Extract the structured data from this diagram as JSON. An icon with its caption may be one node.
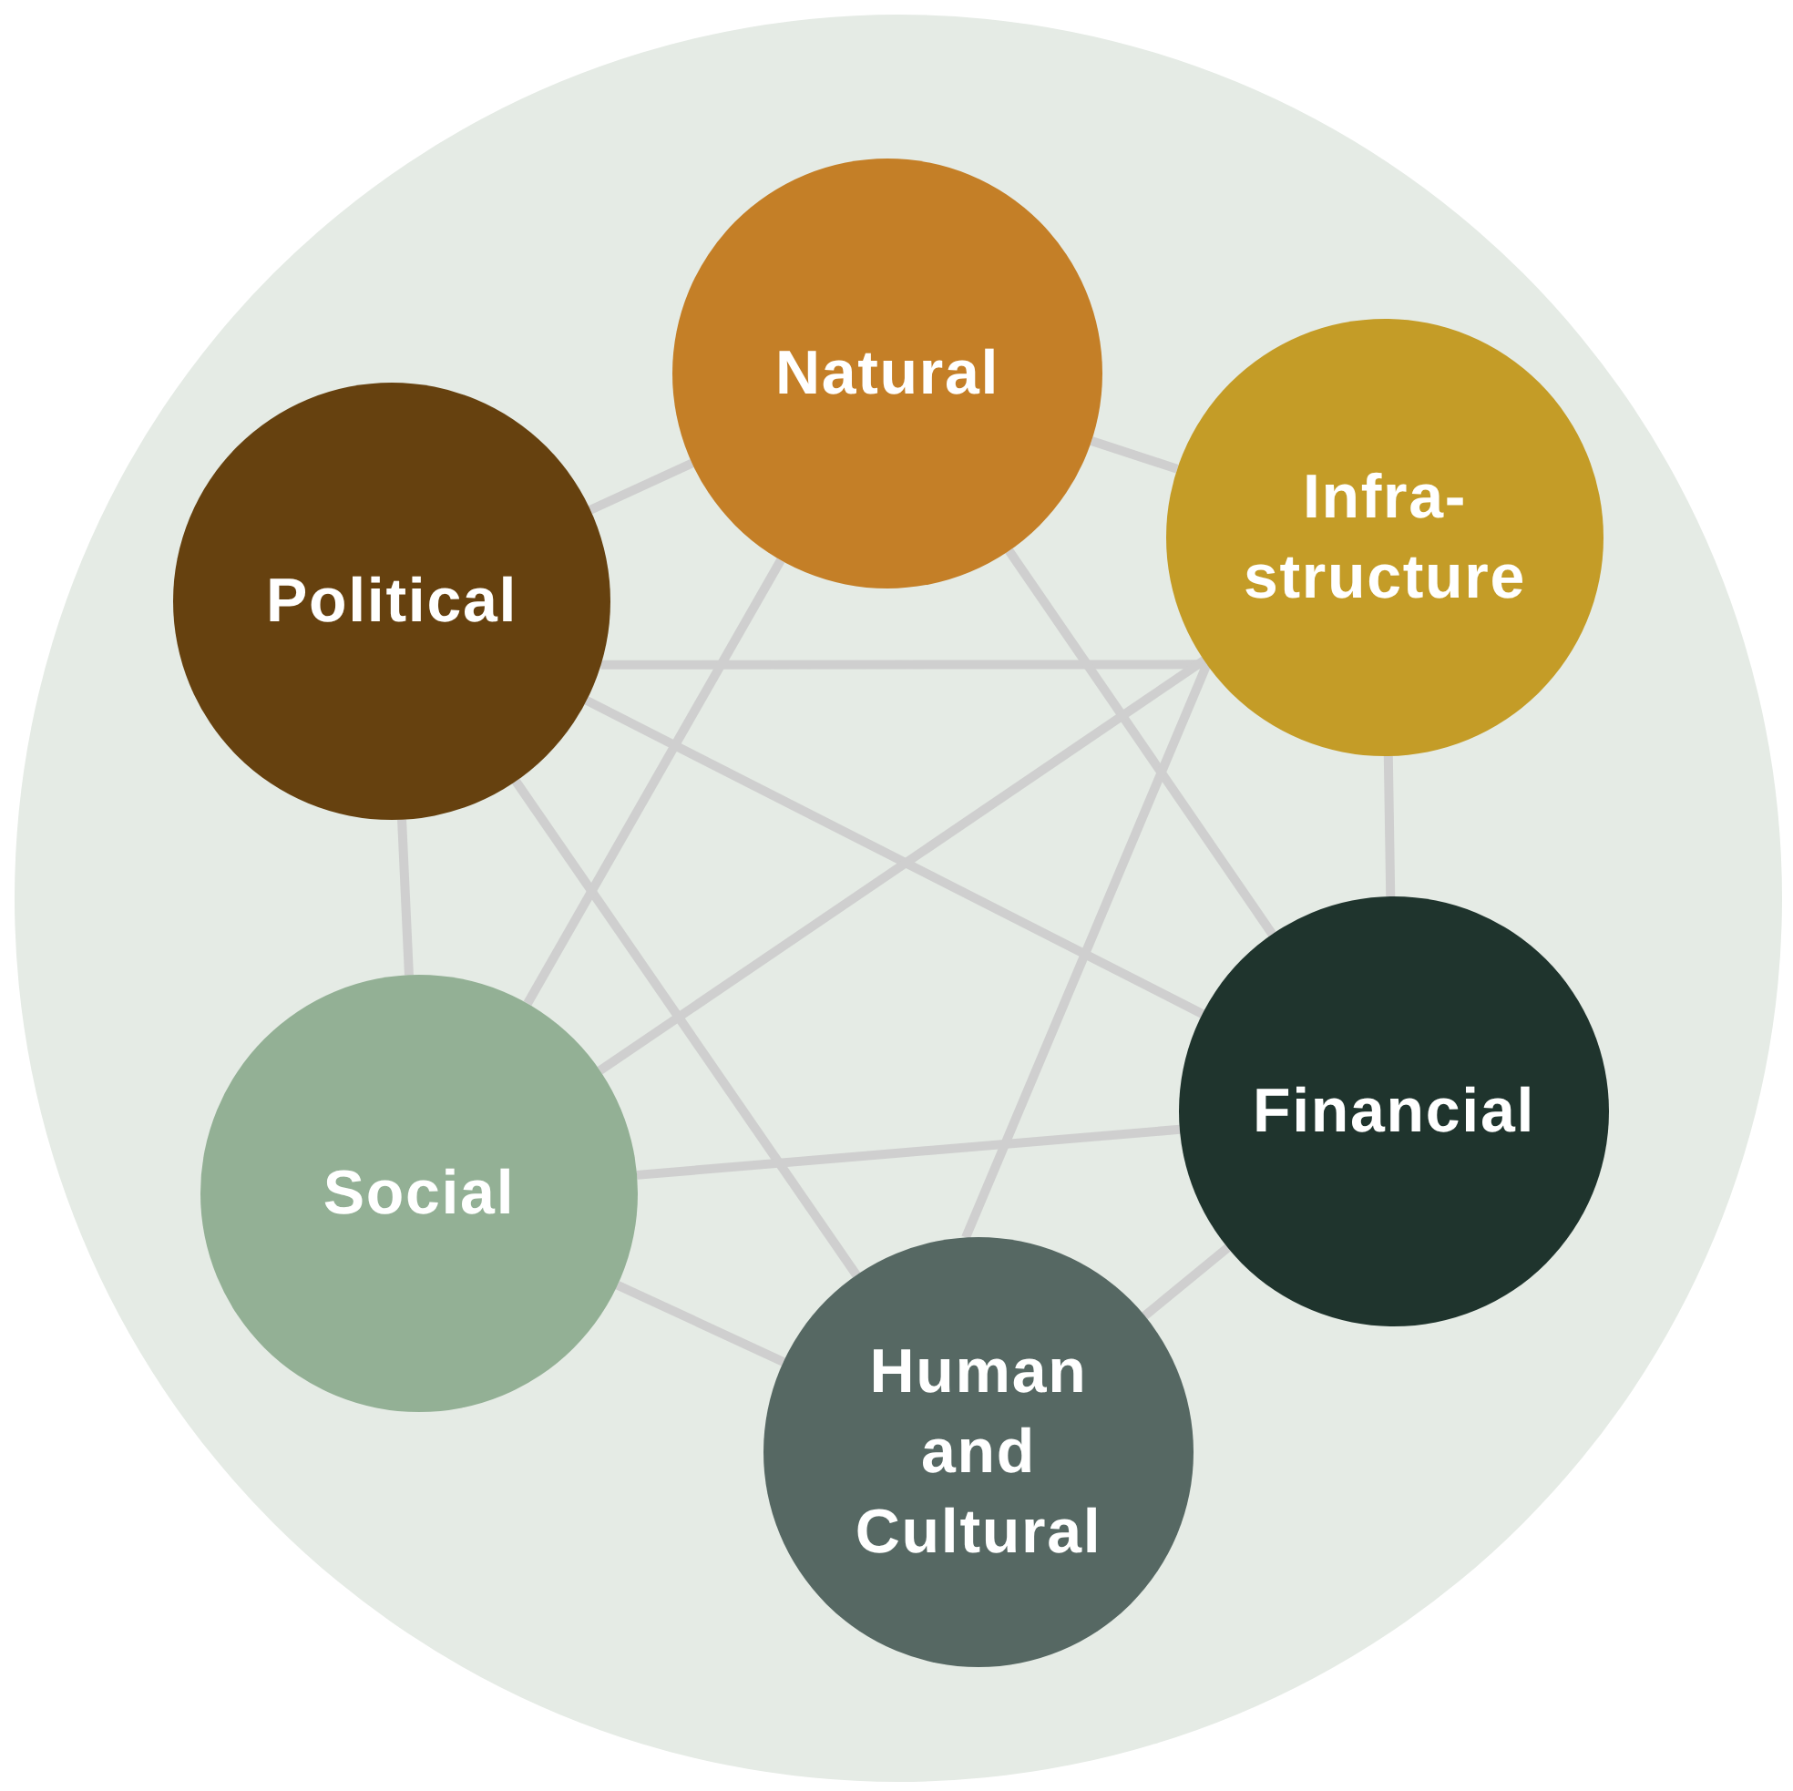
{
  "diagram": {
    "nodes": [
      {
        "text": [
          "Natural"
        ]
      },
      {
        "text": [
          "Infra- structure"
        ]
      },
      {
        "text": [
          "Political"
        ]
      },
      {
        "text": [
          "Financial"
        ]
      },
      {
        "text": [
          "Social"
        ]
      },
      {
        "text": [
          "Human and Cultural"
        ]
      }
    ],
    "edges": [
      {
        "from": 0,
        "to": 1,
        "arrow": "none"
      },
      {
        "from": 0,
        "to": 2,
        "arrow": "none"
      },
      {
        "from": 2,
        "to": 4,
        "arrow": "none"
      },
      {
        "from": 1,
        "to": 3,
        "arrow": "none"
      },
      {
        "from": 3,
        "to": 5,
        "arrow": "none"
      },
      {
        "from": 5,
        "to": 4,
        "arrow": "none"
      },
      {
        "from": 2,
        "to": 1,
        "arrow": "none"
      },
      {
        "from": 2,
        "to": 3,
        "arrow": "none"
      },
      {
        "from": 2,
        "to": 5,
        "arrow": "none"
      },
      {
        "from": 0,
        "to": 4,
        "arrow": "none"
      },
      {
        "from": 0,
        "to": 3,
        "arrow": "none"
      },
      {
        "from": 4,
        "to": 1,
        "arrow": "none"
      },
      {
        "from": 4,
        "to": 3,
        "arrow": "none"
      },
      {
        "from": 1,
        "to": 5,
        "arrow": "none"
      }
    ]
  }
}
